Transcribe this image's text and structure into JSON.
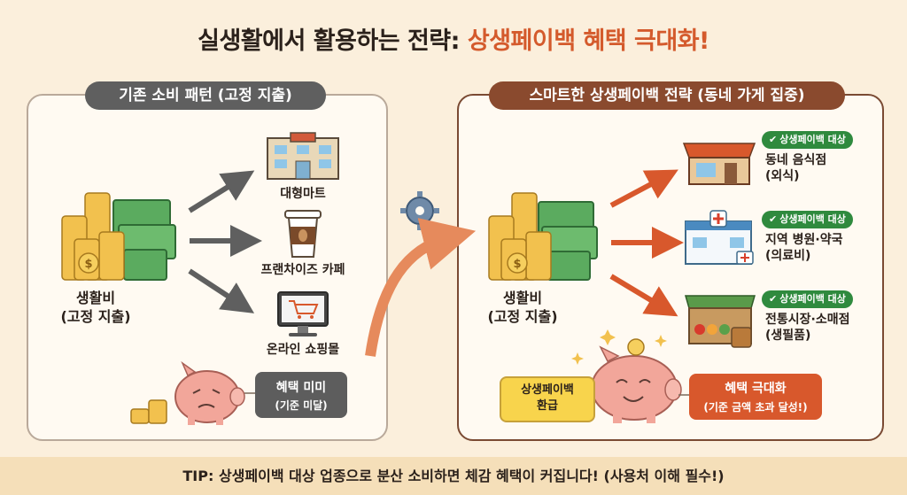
{
  "title": {
    "main": "실생활에서 활용하는 전략:",
    "accent": "상생페이백 혜택 극대화!"
  },
  "left_panel": {
    "header": "기존 소비 패턴 (고정 지출)",
    "money_label_line1": "생활비",
    "money_label_line2": "(고정 지출)",
    "targets": [
      "대형마트",
      "프랜차이즈 카페",
      "온라인 쇼핑몰"
    ],
    "tag_line1": "혜택 미미",
    "tag_line2": "(기준 미달)"
  },
  "right_panel": {
    "header": "스마트한 상생페이백 전략 (동네 가게 집중)",
    "money_label_line1": "생활비",
    "money_label_line2": "(고정 지출)",
    "badge": "상생페이백 대상",
    "targets": [
      {
        "line1": "동네 음식점",
        "line2": "(외식)"
      },
      {
        "line1": "지역 병원·약국",
        "line2": "(의료비)"
      },
      {
        "line1": "전통시장·소매점",
        "line2": "(생필품)"
      }
    ],
    "refund_line1": "상생페이백",
    "refund_line2": "환급",
    "max_line1": "혜택 극대화",
    "max_line2": "(기준 금액 초과 달성!)"
  },
  "tip": "TIP: 상생페이백 대상 업종으로 분산 소비하면 체감 혜택이 커집니다! (사용처 이해 필수!)",
  "icons": [
    "money-stack-icon",
    "mart-building-icon",
    "coffee-cup-icon",
    "shopping-cart-monitor-icon",
    "piggy-bank-icon",
    "gear-icon",
    "restaurant-icon",
    "hospital-icon",
    "market-stall-icon"
  ],
  "colors": {
    "accent": "#d45a2c",
    "badge_green": "#2f8a3e",
    "gray_arrow": "#5f5f5f",
    "orange_arrow": "#d8582c"
  }
}
